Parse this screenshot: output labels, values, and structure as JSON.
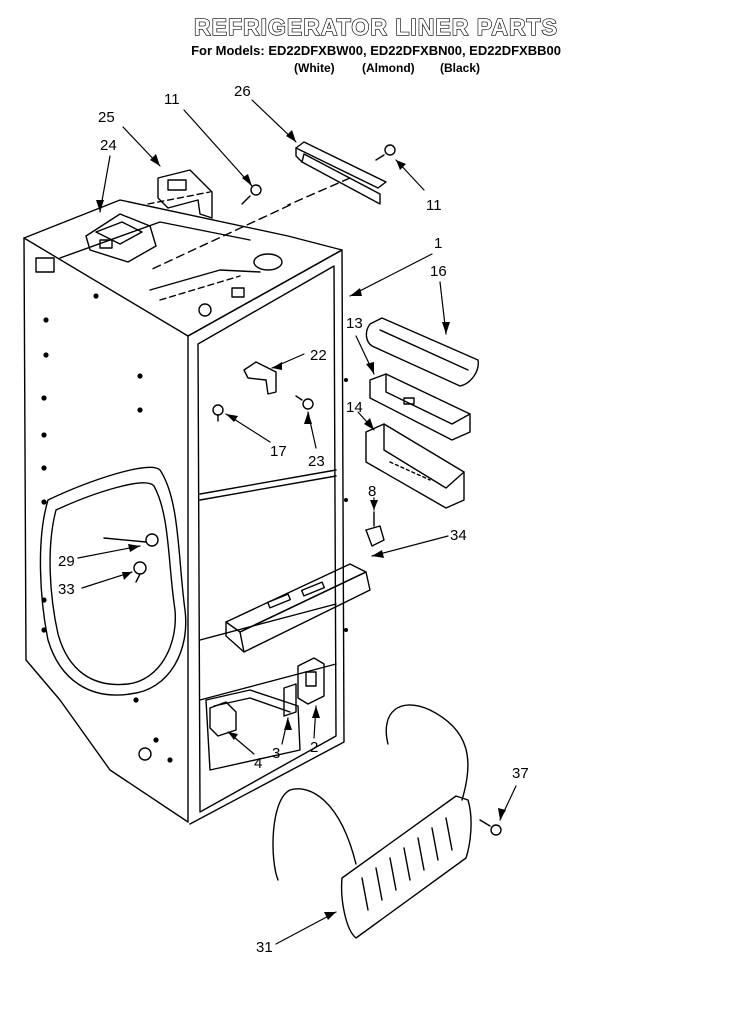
{
  "header": {
    "title": "REFRIGERATOR LINER PARTS",
    "models": "For Models: ED22DFXBW00, ED22DFXBN00, ED22DFXBB00",
    "variants": [
      "(White)",
      "(Almond)",
      "(Black)"
    ]
  },
  "callouts": [
    {
      "id": "c25",
      "label": "25"
    },
    {
      "id": "c11a",
      "label": "11"
    },
    {
      "id": "c26",
      "label": "26"
    },
    {
      "id": "c24",
      "label": "24"
    },
    {
      "id": "c11b",
      "label": "11"
    },
    {
      "id": "c1",
      "label": "1"
    },
    {
      "id": "c16",
      "label": "16"
    },
    {
      "id": "c13",
      "label": "13"
    },
    {
      "id": "c22",
      "label": "22"
    },
    {
      "id": "c14",
      "label": "14"
    },
    {
      "id": "c17",
      "label": "17"
    },
    {
      "id": "c23",
      "label": "23"
    },
    {
      "id": "c8",
      "label": "8"
    },
    {
      "id": "c34",
      "label": "34"
    },
    {
      "id": "c29",
      "label": "29"
    },
    {
      "id": "c33",
      "label": "33"
    },
    {
      "id": "c2",
      "label": "2"
    },
    {
      "id": "c3",
      "label": "3"
    },
    {
      "id": "c4",
      "label": "4"
    },
    {
      "id": "c37",
      "label": "37"
    },
    {
      "id": "c31",
      "label": "31"
    }
  ]
}
